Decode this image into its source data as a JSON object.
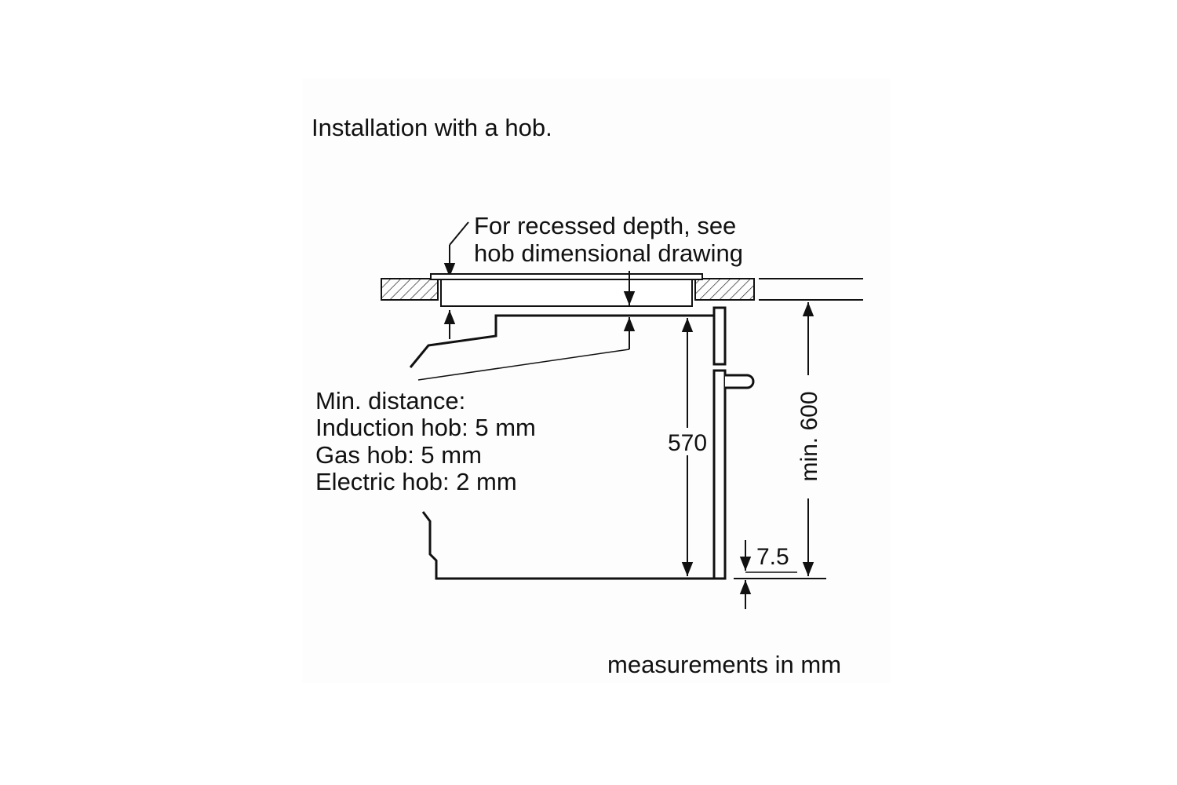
{
  "title": "Installation with a hob.",
  "recess_note": {
    "line1": "For recessed depth, see",
    "line2": "hob dimensional drawing"
  },
  "min_distance": {
    "heading": "Min. distance:",
    "induction": "Induction hob: 5 mm",
    "gas": "Gas hob: 5 mm",
    "electric": "Electric hob: 2 mm"
  },
  "dimensions": {
    "oven_height": "570",
    "cavity_height": "min. 600",
    "offset": "7.5"
  },
  "footer": "measurements in mm",
  "colors": {
    "line": "#111111",
    "panel_background": "#fdfdfd",
    "page_background": "#ffffff"
  }
}
